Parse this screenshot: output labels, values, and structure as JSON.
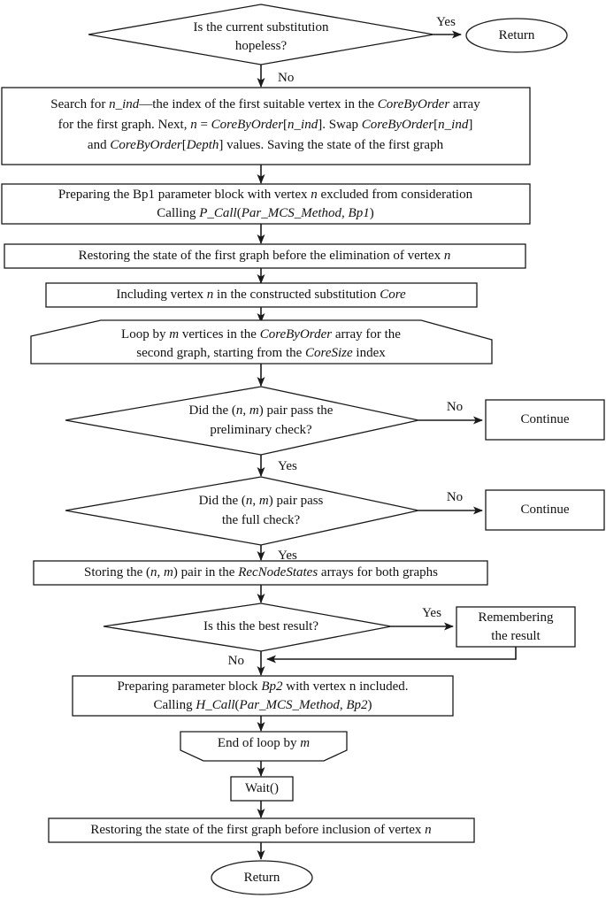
{
  "diagram": {
    "title": "Parallel MCS method recursive procedure flowchart",
    "type": "flowchart",
    "colors": {
      "background": "#ffffff",
      "stroke": "#1a1a1a",
      "text": "#111111"
    },
    "nodes": [
      {
        "id": "decision-hopeless",
        "shape": "diamond",
        "lines": [
          {
            "parts": [
              {
                "t": "Is the current substitution",
                "i": false
              }
            ]
          },
          {
            "parts": [
              {
                "t": "hopeless?",
                "i": false
              }
            ]
          }
        ]
      },
      {
        "id": "terminator-return-top",
        "shape": "ellipse",
        "lines": [
          {
            "parts": [
              {
                "t": "Return",
                "i": false
              }
            ]
          }
        ]
      },
      {
        "id": "process-search-n-ind",
        "shape": "rect",
        "lines": [
          {
            "parts": [
              {
                "t": "Search for ",
                "i": false
              },
              {
                "t": "n_ind",
                "i": true
              },
              {
                "t": "—the index of the first suitable vertex in the ",
                "i": false
              },
              {
                "t": "CoreByOrder",
                "i": true
              },
              {
                "t": " array",
                "i": false
              }
            ]
          },
          {
            "parts": [
              {
                "t": "for the first graph. Next, ",
                "i": false
              },
              {
                "t": "n",
                "i": true
              },
              {
                "t": " = ",
                "i": false
              },
              {
                "t": "CoreByOrder",
                "i": true
              },
              {
                "t": "[",
                "i": false
              },
              {
                "t": "n_ind",
                "i": true
              },
              {
                "t": "]. Swap ",
                "i": false
              },
              {
                "t": "CoreByOrder",
                "i": true
              },
              {
                "t": "[",
                "i": false
              },
              {
                "t": "n_ind",
                "i": true
              },
              {
                "t": "]",
                "i": false
              }
            ]
          },
          {
            "parts": [
              {
                "t": "and ",
                "i": false
              },
              {
                "t": "CoreByOrder",
                "i": true
              },
              {
                "t": "[",
                "i": false
              },
              {
                "t": "Depth",
                "i": true
              },
              {
                "t": "] values. Saving the state of the first graph",
                "i": false
              }
            ]
          }
        ]
      },
      {
        "id": "process-prepare-bp1",
        "shape": "rect",
        "lines": [
          {
            "parts": [
              {
                "t": "Preparing the Bp1 parameter block with vertex ",
                "i": false
              },
              {
                "t": "n",
                "i": true
              },
              {
                "t": " excluded from consideration",
                "i": false
              }
            ]
          },
          {
            "parts": [
              {
                "t": "Calling ",
                "i": false
              },
              {
                "t": "P_Call",
                "i": true
              },
              {
                "t": "(",
                "i": false
              },
              {
                "t": "Par_MCS_Method",
                "i": true
              },
              {
                "t": ", ",
                "i": false
              },
              {
                "t": "Bp1",
                "i": true
              },
              {
                "t": ")",
                "i": false
              }
            ]
          }
        ]
      },
      {
        "id": "process-restore-before-elimination",
        "shape": "rect",
        "lines": [
          {
            "parts": [
              {
                "t": "Restoring the state of the first graph before the elimination of vertex ",
                "i": false
              },
              {
                "t": "n",
                "i": true
              }
            ]
          }
        ]
      },
      {
        "id": "process-include-vertex-core",
        "shape": "rect",
        "lines": [
          {
            "parts": [
              {
                "t": "Including vertex ",
                "i": false
              },
              {
                "t": "n",
                "i": true
              },
              {
                "t": " in the constructed substitution ",
                "i": false
              },
              {
                "t": "Core",
                "i": true
              }
            ]
          }
        ]
      },
      {
        "id": "loop-start-m",
        "shape": "loop-start",
        "lines": [
          {
            "parts": [
              {
                "t": "Loop by ",
                "i": false
              },
              {
                "t": "m",
                "i": true
              },
              {
                "t": " vertices in the ",
                "i": false
              },
              {
                "t": "CoreByOrder",
                "i": true
              },
              {
                "t": " array for the",
                "i": false
              }
            ]
          },
          {
            "parts": [
              {
                "t": "second graph, starting from the ",
                "i": false
              },
              {
                "t": "CoreSize",
                "i": true
              },
              {
                "t": " index",
                "i": false
              }
            ]
          }
        ]
      },
      {
        "id": "decision-preliminary-check",
        "shape": "diamond",
        "lines": [
          {
            "parts": [
              {
                "t": "Did the (",
                "i": false
              },
              {
                "t": "n",
                "i": true
              },
              {
                "t": ", ",
                "i": false
              },
              {
                "t": "m",
                "i": true
              },
              {
                "t": ") pair pass the",
                "i": false
              }
            ]
          },
          {
            "parts": [
              {
                "t": "preliminary check?",
                "i": false
              }
            ]
          }
        ]
      },
      {
        "id": "process-continue-preliminary",
        "shape": "rect",
        "lines": [
          {
            "parts": [
              {
                "t": "Continue",
                "i": false
              }
            ]
          }
        ]
      },
      {
        "id": "decision-full-check",
        "shape": "diamond",
        "lines": [
          {
            "parts": [
              {
                "t": "Did the (",
                "i": false
              },
              {
                "t": "n",
                "i": true
              },
              {
                "t": ", ",
                "i": false
              },
              {
                "t": "m",
                "i": true
              },
              {
                "t": ") pair pass",
                "i": false
              }
            ]
          },
          {
            "parts": [
              {
                "t": "the full check?",
                "i": false
              }
            ]
          }
        ]
      },
      {
        "id": "process-continue-full",
        "shape": "rect",
        "lines": [
          {
            "parts": [
              {
                "t": "Continue",
                "i": false
              }
            ]
          }
        ]
      },
      {
        "id": "process-store-pair",
        "shape": "rect",
        "lines": [
          {
            "parts": [
              {
                "t": "Storing the (",
                "i": false
              },
              {
                "t": "n",
                "i": true
              },
              {
                "t": ", ",
                "i": false
              },
              {
                "t": "m",
                "i": true
              },
              {
                "t": ") pair in the ",
                "i": false
              },
              {
                "t": "RecNodeStates",
                "i": true
              },
              {
                "t": " arrays for both graphs",
                "i": false
              }
            ]
          }
        ]
      },
      {
        "id": "decision-best-result",
        "shape": "diamond",
        "lines": [
          {
            "parts": [
              {
                "t": "Is this the best result?",
                "i": false
              }
            ]
          }
        ]
      },
      {
        "id": "process-remember-result",
        "shape": "rect",
        "lines": [
          {
            "parts": [
              {
                "t": "Remembering",
                "i": false
              }
            ]
          },
          {
            "parts": [
              {
                "t": "the result",
                "i": false
              }
            ]
          }
        ]
      },
      {
        "id": "process-prepare-bp2",
        "shape": "rect",
        "lines": [
          {
            "parts": [
              {
                "t": "Preparing parameter block ",
                "i": false
              },
              {
                "t": "Bp2",
                "i": true
              },
              {
                "t": " with vertex n included.",
                "i": false
              }
            ]
          },
          {
            "parts": [
              {
                "t": "Calling ",
                "i": false
              },
              {
                "t": "H_Call",
                "i": true
              },
              {
                "t": "(",
                "i": false
              },
              {
                "t": "Par_MCS_Method",
                "i": true
              },
              {
                "t": ", ",
                "i": false
              },
              {
                "t": "Bp2",
                "i": true
              },
              {
                "t": ")",
                "i": false
              }
            ]
          }
        ]
      },
      {
        "id": "loop-end-m",
        "shape": "loop-end",
        "lines": [
          {
            "parts": [
              {
                "t": "End of loop by ",
                "i": false
              },
              {
                "t": "m",
                "i": true
              }
            ]
          }
        ]
      },
      {
        "id": "process-wait",
        "shape": "rect",
        "lines": [
          {
            "parts": [
              {
                "t": "Wait()",
                "i": false
              }
            ]
          }
        ]
      },
      {
        "id": "process-restore-before-inclusion",
        "shape": "rect",
        "lines": [
          {
            "parts": [
              {
                "t": "Restoring the state of the first graph before inclusion of vertex ",
                "i": false
              },
              {
                "t": "n",
                "i": true
              }
            ]
          }
        ]
      },
      {
        "id": "terminator-return-bottom",
        "shape": "ellipse",
        "lines": [
          {
            "parts": [
              {
                "t": "Return",
                "i": false
              }
            ]
          }
        ]
      }
    ],
    "edge_labels": [
      {
        "id": "label-yes-hopeless",
        "text": "Yes"
      },
      {
        "id": "label-no-hopeless",
        "text": "No"
      },
      {
        "id": "label-no-preliminary",
        "text": "No"
      },
      {
        "id": "label-yes-preliminary",
        "text": "Yes"
      },
      {
        "id": "label-no-full",
        "text": "No"
      },
      {
        "id": "label-yes-full",
        "text": "Yes"
      },
      {
        "id": "label-yes-best",
        "text": "Yes"
      },
      {
        "id": "label-no-best",
        "text": "No"
      }
    ]
  }
}
